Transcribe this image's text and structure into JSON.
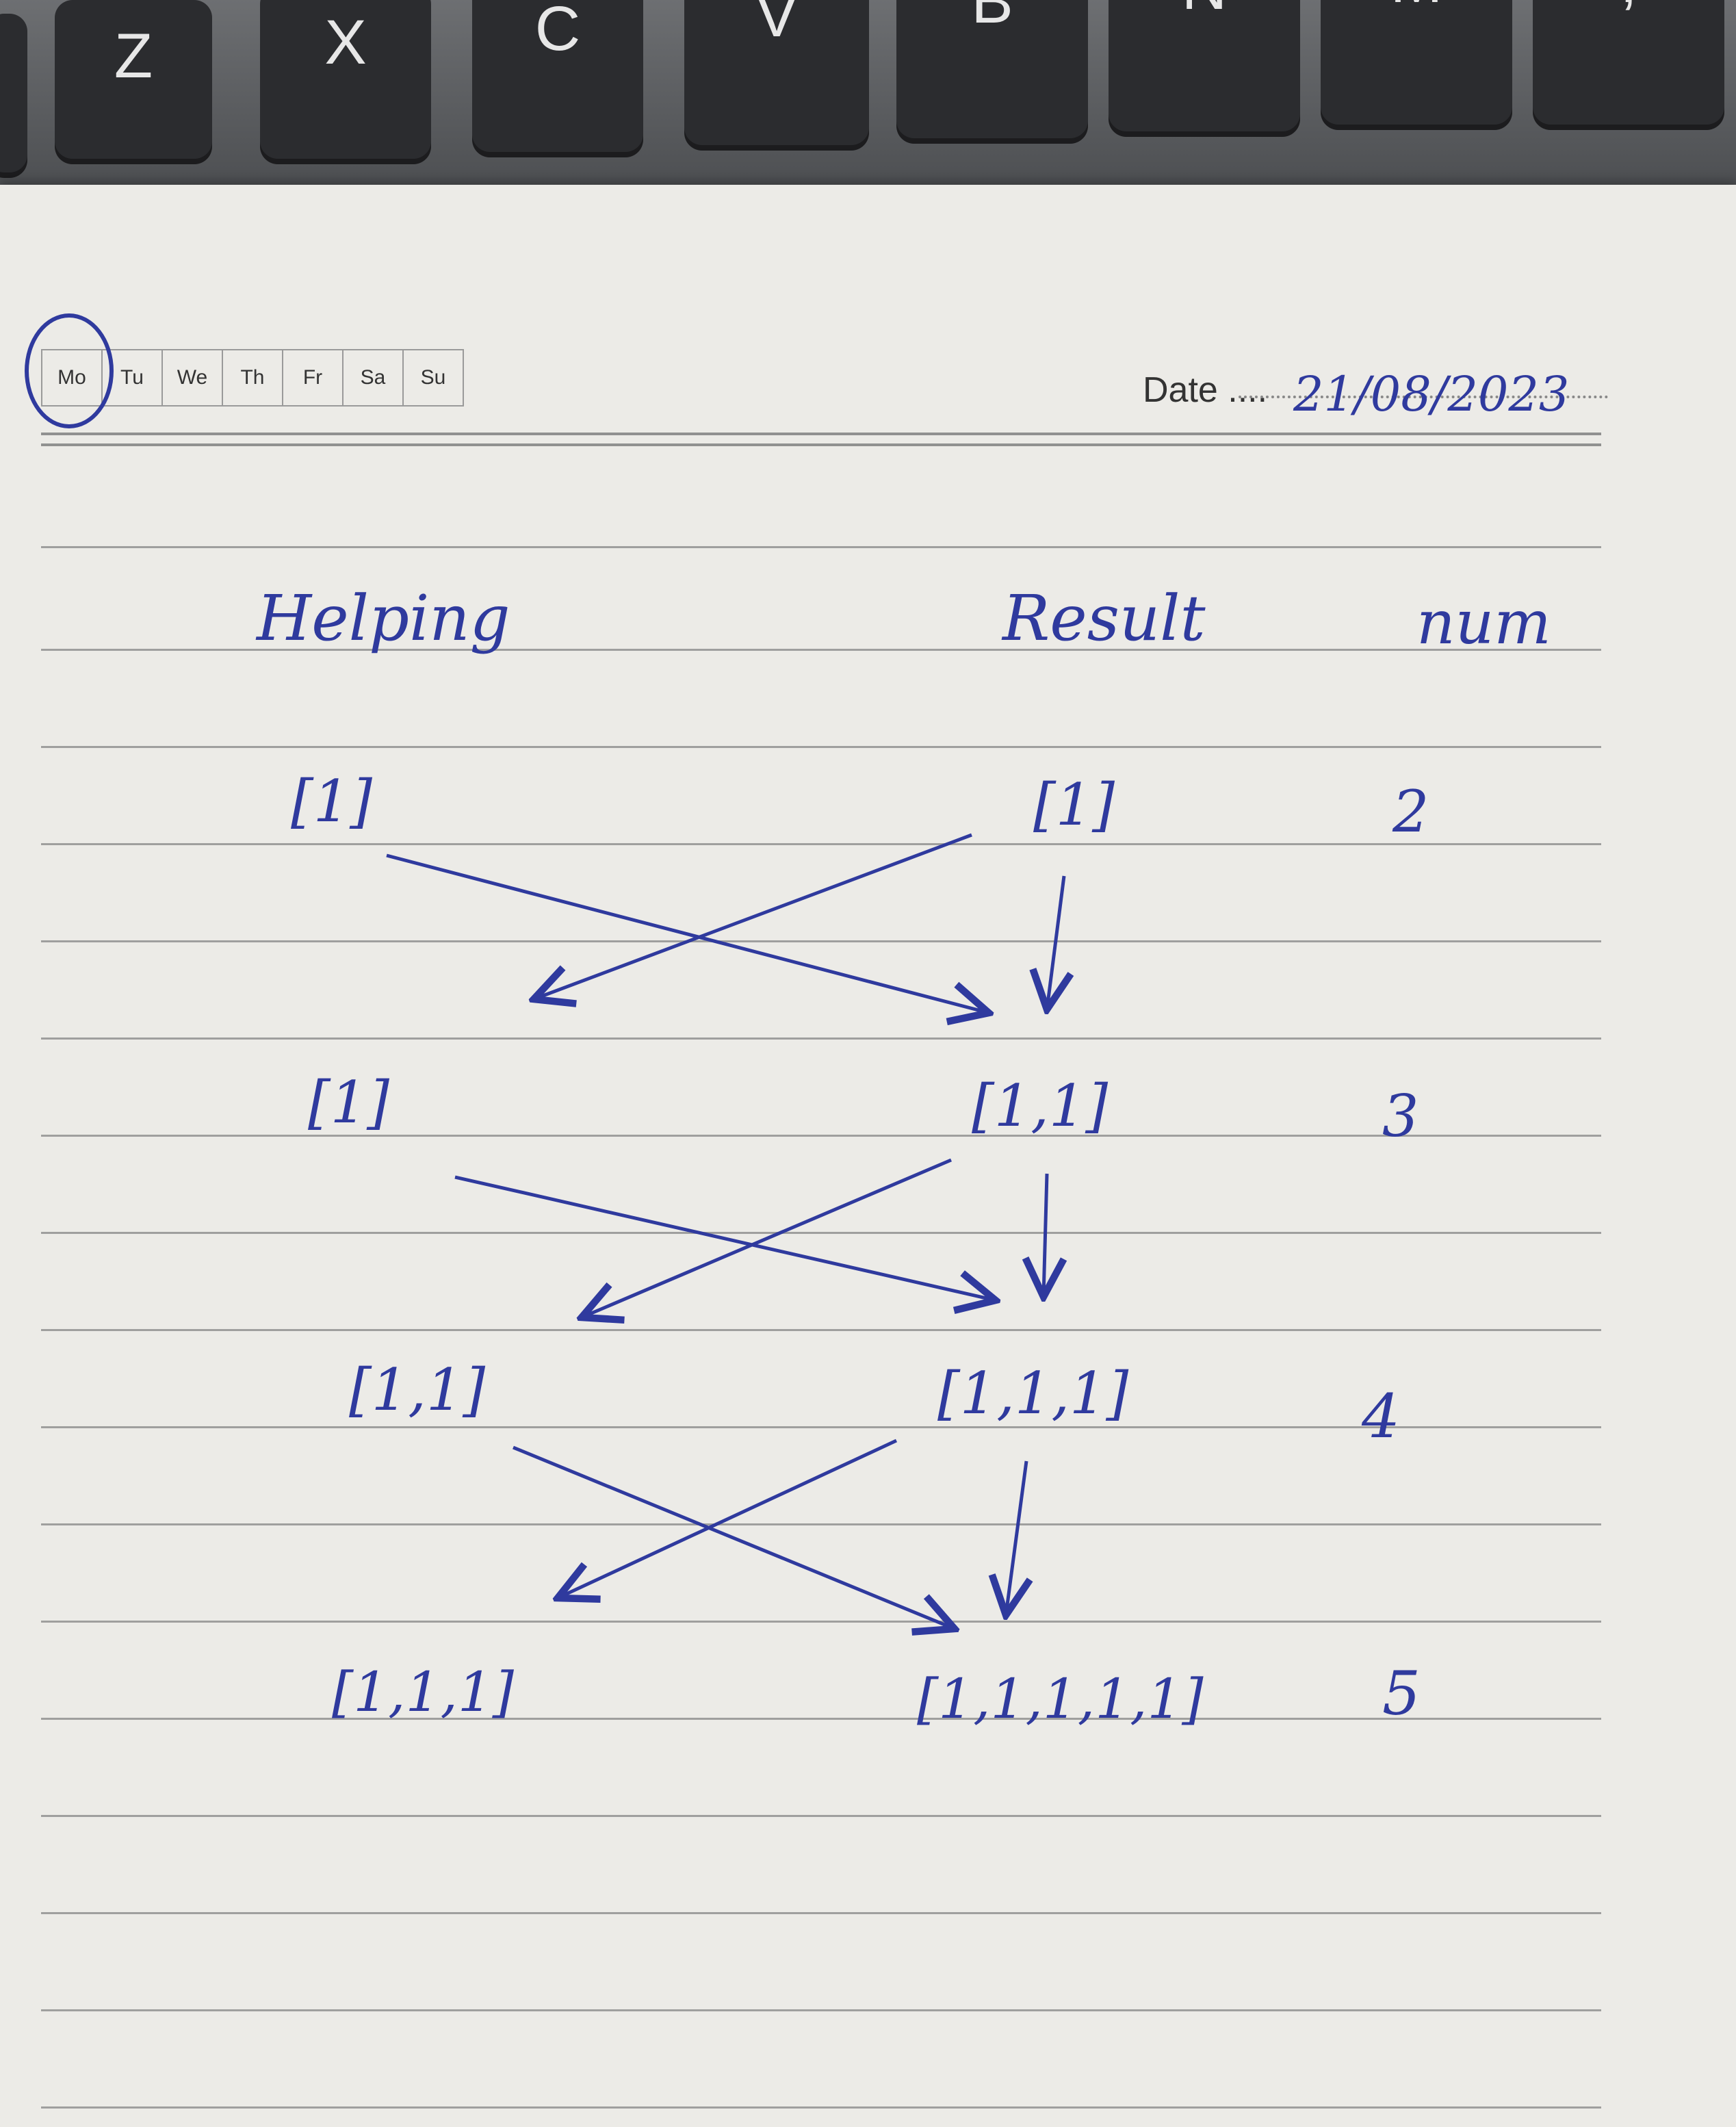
{
  "keyboard": {
    "keys": [
      "Z",
      "X",
      "C",
      "V",
      "B",
      "N",
      "M",
      ","
    ]
  },
  "notebook": {
    "weekdays": [
      "Mo",
      "Tu",
      "We",
      "Th",
      "Fr",
      "Sa",
      "Su"
    ],
    "selected_day": "Mo",
    "date_label": "Date ....",
    "date_value": "21/08/2023"
  },
  "diagram": {
    "headers": {
      "helping": "Helping",
      "result": "Result",
      "num": "num"
    },
    "rows": [
      {
        "helping": "[1]",
        "result": "[1]",
        "num": "2"
      },
      {
        "helping": "[1]",
        "result": "[1,1]",
        "num": "3"
      },
      {
        "helping": "[1,1]",
        "result": "[1,1,1]",
        "num": "4"
      },
      {
        "helping": "[1,1,1]",
        "result": "[1,1,1,1,1]",
        "num": "5"
      }
    ]
  },
  "colors": {
    "ink": "#2f3a9e",
    "paper": "#ecebe7",
    "rule": "#8c8c8c"
  }
}
